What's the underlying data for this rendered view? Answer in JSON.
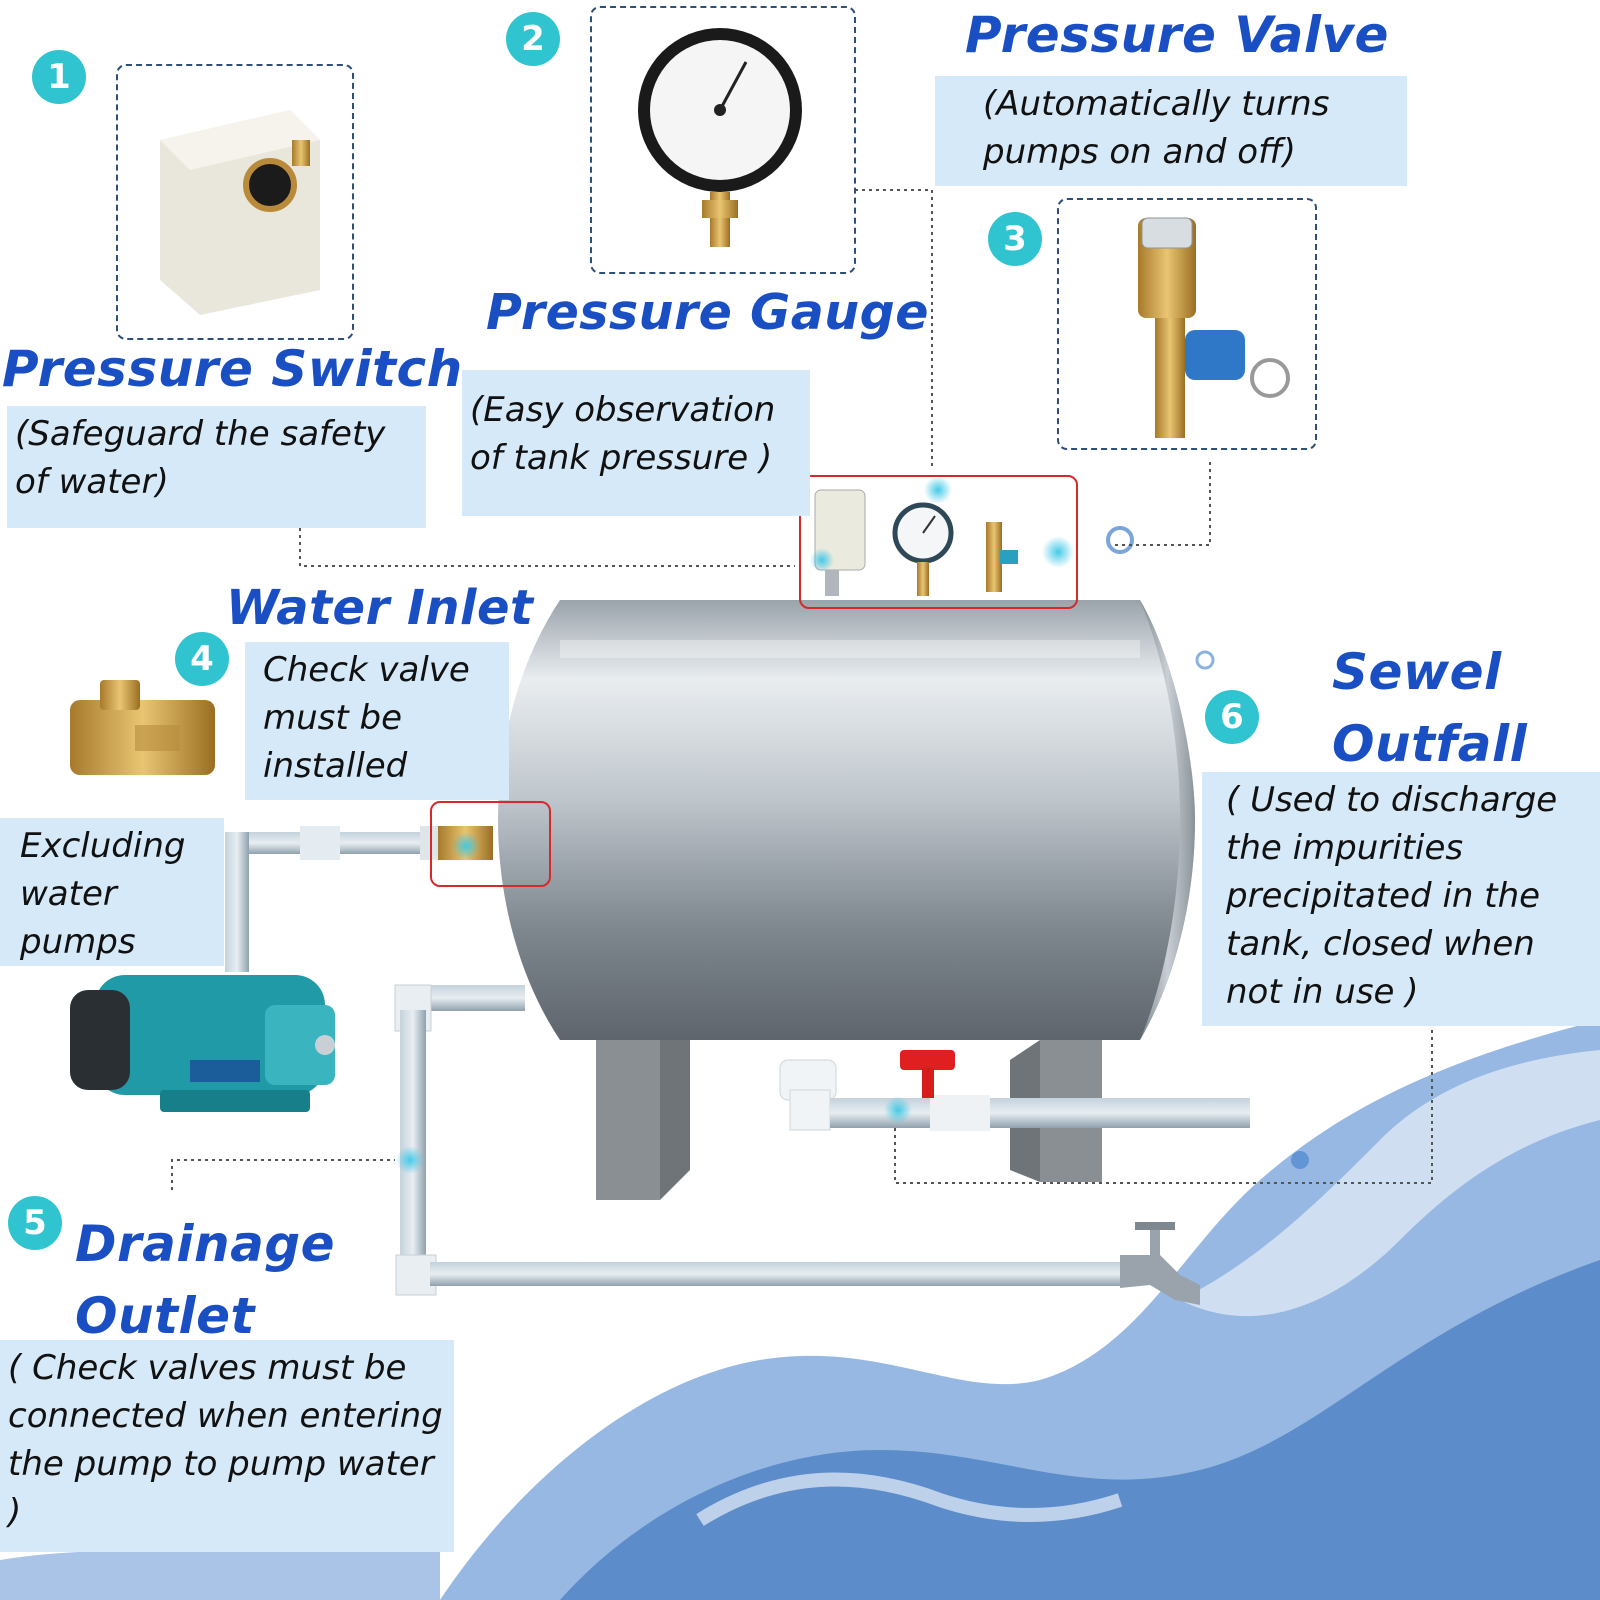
{
  "components": [
    {
      "badge": "1",
      "title": "Pressure Switch",
      "desc": "(Safeguard the safety of water)"
    },
    {
      "badge": "2",
      "title": "Pressure Gauge",
      "desc": "(Easy observation of tank pressure )"
    },
    {
      "badge": "3",
      "title": "Pressure Valve",
      "desc": "(Automatically turns pumps on and off)"
    },
    {
      "badge": "4",
      "title": "Water Inlet",
      "desc": "Check valve must be installed",
      "desc2": "Excluding water pumps"
    },
    {
      "badge": "5",
      "title": "Drainage Outlet",
      "desc": "( Check valves must be connected when entering the pump to pump water )"
    },
    {
      "badge": "6",
      "title": "Sewel Outfall",
      "desc": "( Used to discharge the impurities precipitated in the tank, closed when not in use )"
    }
  ],
  "colors": {
    "title": "#1a4fc4",
    "badge": "#2fc4cf",
    "desc_bg": "#d5e9f8",
    "highlight": "#d62a2a",
    "water": "#2a6fc4"
  }
}
